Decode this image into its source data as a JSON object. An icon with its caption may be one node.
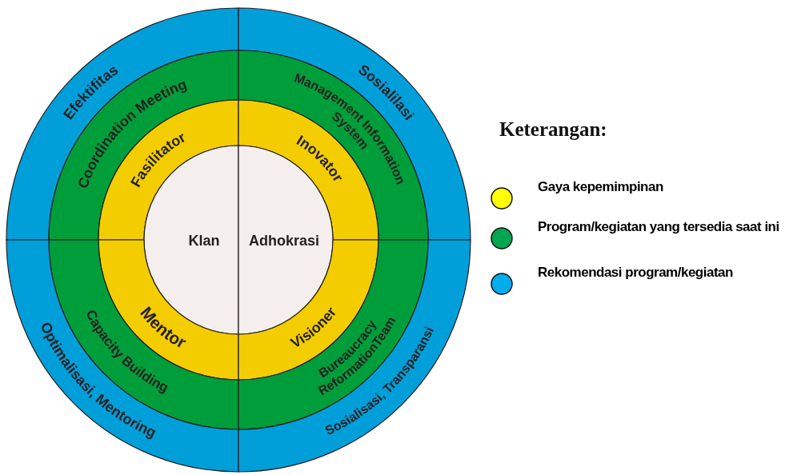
{
  "diagram": {
    "nodes": [
      {
        "text": [
          "Efektifitas"
        ]
      },
      {
        "text": [
          "Sosialilasi"
        ]
      },
      {
        "text": [
          "Coordination Meeting"
        ]
      },
      {
        "text": [
          "Management Information System"
        ]
      },
      {
        "text": [
          "Fasilitator"
        ]
      },
      {
        "text": [
          "Inovator"
        ]
      },
      {
        "text": [
          "Klan"
        ]
      },
      {
        "text": [
          "Adhokrasi"
        ]
      },
      {
        "text": [
          "Mentor"
        ]
      },
      {
        "text": [
          "Visioner"
        ]
      },
      {
        "text": [
          "Capacity Building"
        ]
      },
      {
        "text": [
          "Bureaucracy ReformationTeam"
        ]
      },
      {
        "text": [
          "Optimalisasi, Mentoring"
        ]
      },
      {
        "text": [
          "Sosialisasi, Transparansi"
        ]
      }
    ],
    "labels": [
      "Keterangan:"
    ],
    "legend": [
      {
        "text": "Gaya kepemimpinan",
        "color": "#ffff00"
      },
      {
        "text": "Program/kegiatan yang tersedia saat ini",
        "color": "#00a650"
      },
      {
        "text": "Rekomendasi program/kegiatan",
        "color": "#00aeef"
      }
    ]
  }
}
